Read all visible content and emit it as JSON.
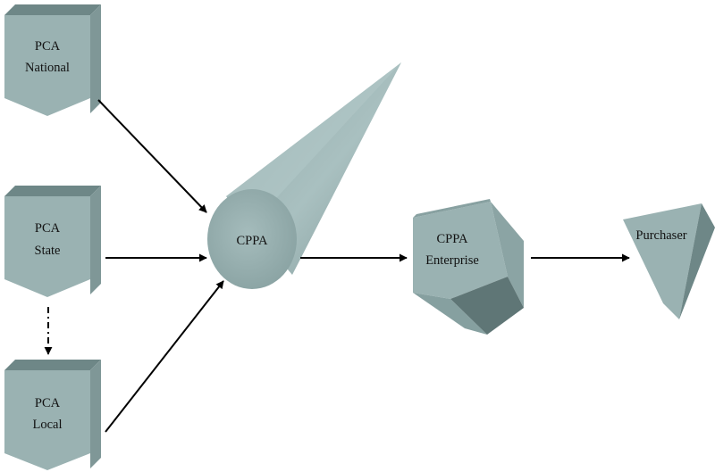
{
  "nodes": {
    "pca_national": {
      "line1": "PCA",
      "line2": "National"
    },
    "pca_state": {
      "line1": "PCA",
      "line2": "State"
    },
    "pca_local": {
      "line1": "PCA",
      "line2": "Local"
    },
    "cppa": {
      "label": "CPPA"
    },
    "cppa_enterprise": {
      "line1": "CPPA",
      "line2": "Enterprise"
    },
    "purchaser": {
      "label": "Purchaser"
    }
  },
  "colors": {
    "shape_front": "#9ab2b2",
    "shape_top": "#6e8787",
    "shape_side": "#7f9797",
    "shape_dark": "#5f7676",
    "arrow": "#000000"
  }
}
